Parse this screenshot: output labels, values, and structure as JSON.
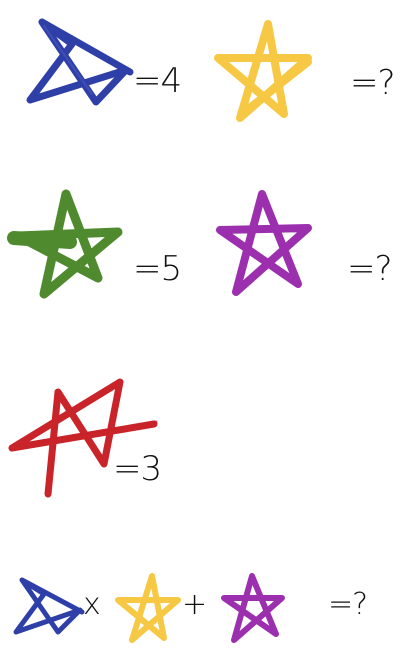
{
  "colors": {
    "blue": "#2f3fa8",
    "yellow": "#f7c843",
    "green": "#4f8a2e",
    "purple": "#9b2fae",
    "red": "#c9242a"
  },
  "rows": {
    "row1": {
      "left_value": "=4",
      "right_value": "=?"
    },
    "row2": {
      "left_value": "=5",
      "right_value": "=?"
    },
    "row3": {
      "value": "=3"
    }
  },
  "equation": {
    "times": "x",
    "plus": "+",
    "result": "=?"
  },
  "icons": {
    "blue_star": "blue-star-icon",
    "yellow_star": "yellow-star-icon",
    "green_star": "green-star-icon",
    "purple_star": "purple-star-icon",
    "red_star": "red-star-icon"
  }
}
